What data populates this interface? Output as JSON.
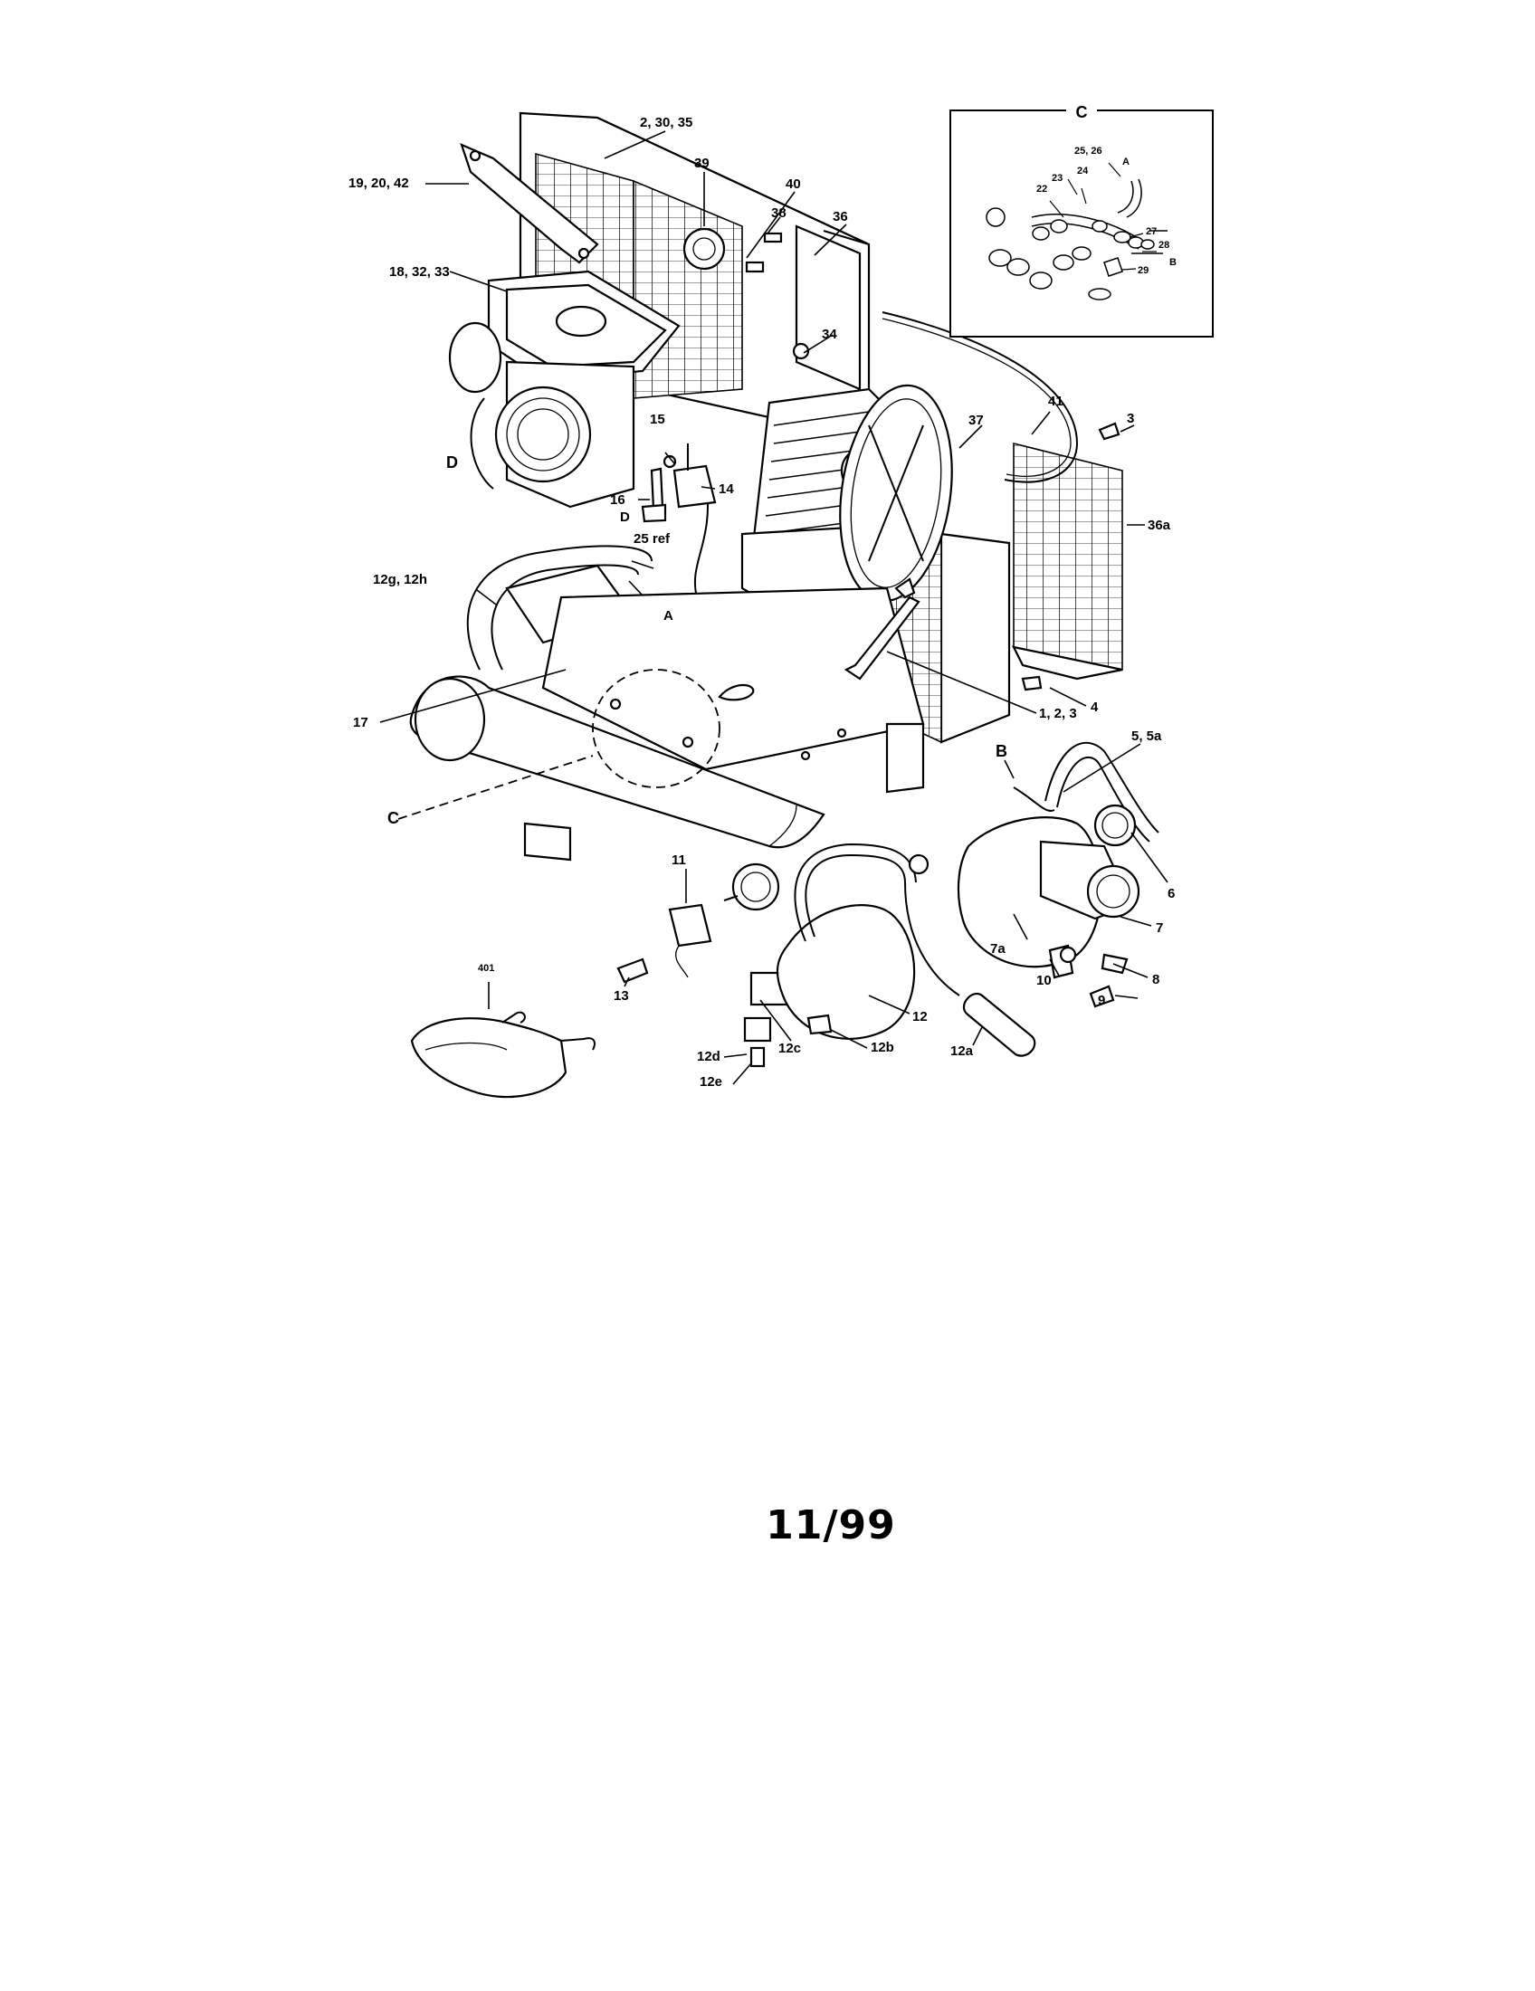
{
  "callouts": {
    "c_2_30_35": "2, 30, 35",
    "c_19_20_42": "19, 20, 42",
    "c_18_32_33": "18, 32, 33",
    "c_39": "39",
    "c_40": "40",
    "c_38": "38",
    "c_36": "36",
    "c_34": "34",
    "c_15": "15",
    "c_14": "14",
    "c_16": "16",
    "c_D1": "D",
    "c_D2": "D",
    "c_25ref": "25 ref",
    "c_37": "37",
    "c_41": "41",
    "c_3": "3",
    "c_36a": "36a",
    "c_12g_12h": "12g, 12h",
    "c_A": "A",
    "c_4": "4",
    "c_17": "17",
    "c_1_2_3": "1, 2, 3",
    "c_B": "B",
    "c_5_5a": "5, 5a",
    "c_C": "C",
    "c_11": "11",
    "c_6": "6",
    "c_7": "7",
    "c_7a": "7a",
    "c_10": "10",
    "c_8": "8",
    "c_9": "9",
    "c_13": "13",
    "c_12": "12",
    "c_12a": "12a",
    "c_12b": "12b",
    "c_12c": "12c",
    "c_12d": "12d",
    "c_12e": "12e",
    "c_401": "401"
  },
  "inset": {
    "title": "C",
    "labels": {
      "i_25_26": "25, 26",
      "i_A": "A",
      "i_24": "24",
      "i_23": "23",
      "i_22": "22",
      "i_27": "27",
      "i_28": "28",
      "i_29": "29",
      "i_B": "B"
    }
  },
  "page_number": "11/99"
}
